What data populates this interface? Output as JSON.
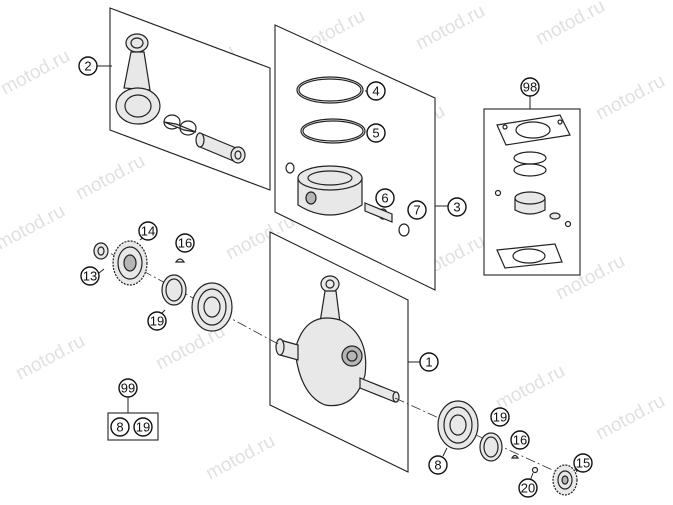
{
  "watermark": "motod.ru",
  "callouts": {
    "c1": "1",
    "c2": "2",
    "c3": "3",
    "c4": "4",
    "c5": "5",
    "c6": "6",
    "c7": "7",
    "c8": "8",
    "c13": "13",
    "c14": "14",
    "c15": "15",
    "c16a": "16",
    "c16b": "16",
    "c19a": "19",
    "c19b": "19",
    "c20": "20",
    "c98": "98",
    "c99": "99",
    "kit99_a": "8",
    "kit99_b": "19"
  }
}
